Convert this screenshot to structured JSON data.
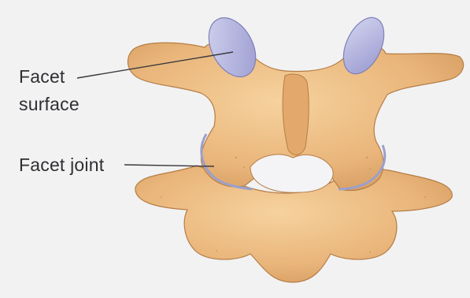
{
  "labels": {
    "facet_surface_line1": "Facet",
    "facet_surface_line2": "surface",
    "facet_joint": "Facet joint"
  }
}
